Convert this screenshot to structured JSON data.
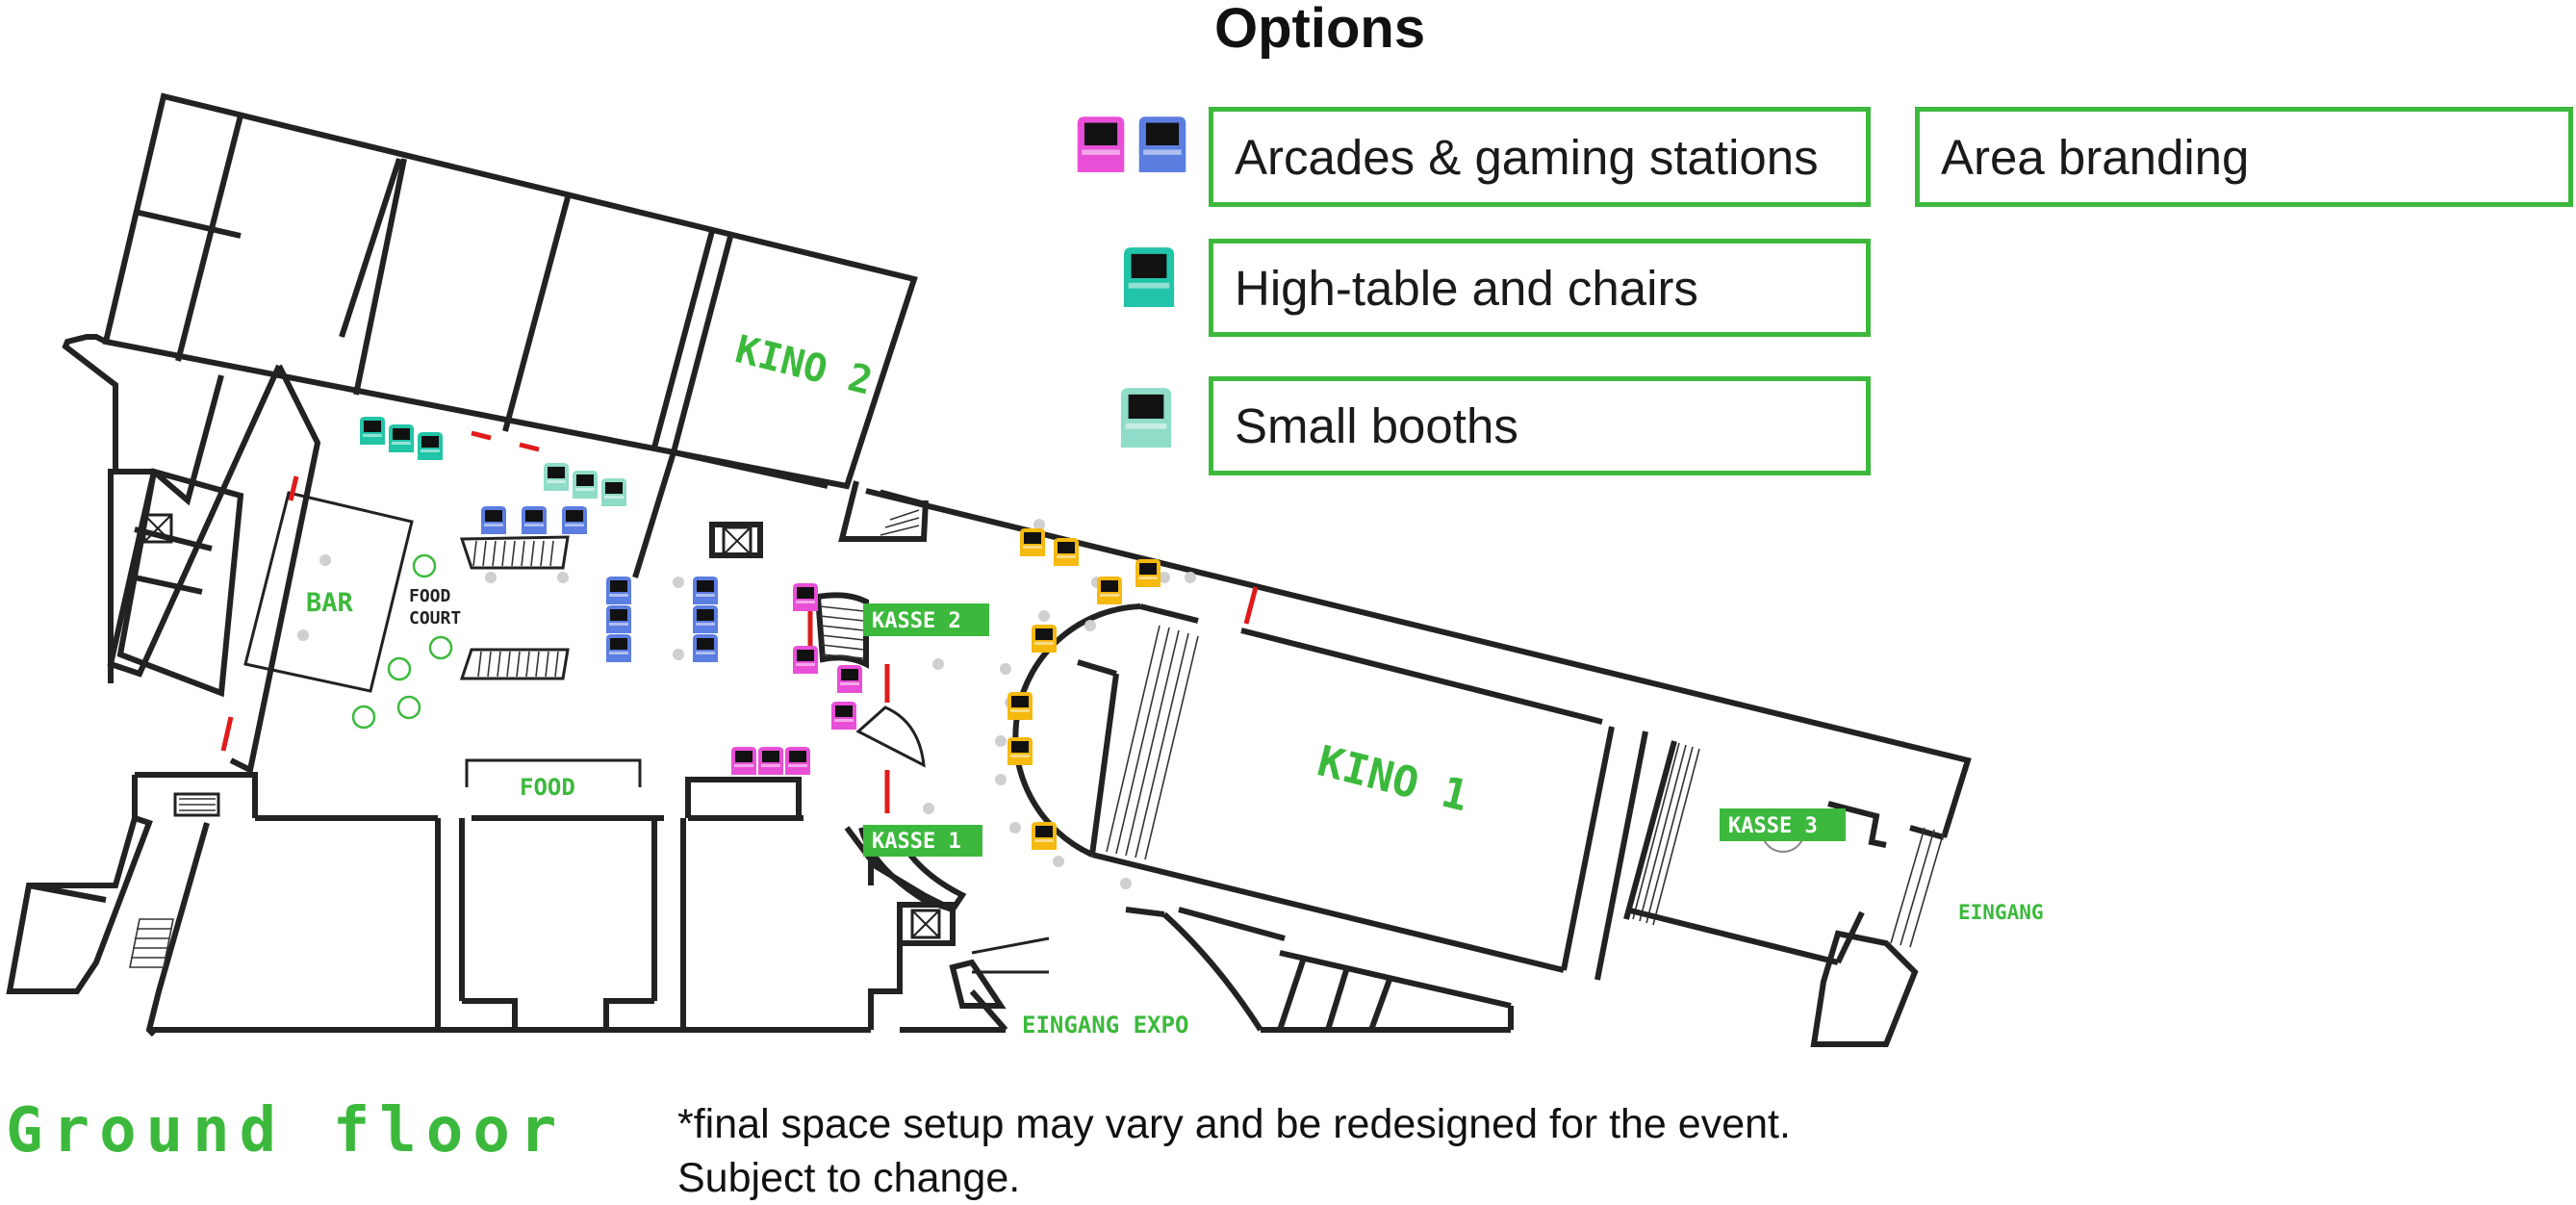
{
  "options": {
    "title": "Options",
    "items": [
      {
        "label": "Arcades & gaming stations",
        "icons": [
          "arcade-magenta-icon",
          "arcade-blue-icon"
        ]
      },
      {
        "label": "High-table and chairs",
        "icons": [
          "arcade-teal-icon"
        ]
      },
      {
        "label": "Small booths",
        "icons": [
          "arcade-mint-icon"
        ]
      }
    ],
    "area_branding": "Area branding"
  },
  "map": {
    "rooms": {
      "kino2": "KINO 2",
      "kino1": "KINO 1",
      "bar": "BAR",
      "food_court_1": "FOOD",
      "food_court_2": "COURT",
      "food": "FOOD"
    },
    "tags": {
      "kasse2": "KASSE 2",
      "kasse1": "KASSE 1",
      "kasse3": "KASSE 3"
    },
    "entrances": {
      "eingang": "EINGANG",
      "eingang_expo": "EINGANG EXPO"
    }
  },
  "colors": {
    "accent_green": "#3cb93c",
    "magenta": "#e84fd6",
    "blue": "#5c7de0",
    "teal": "#22c4a8",
    "mint": "#8fdcc8",
    "yellow": "#f5b90f",
    "red_door": "#e01b1b"
  },
  "footer": {
    "floor_title": "Ground floor",
    "note_line1": "*final space setup may vary and be redesigned for the event.",
    "note_line2": "Subject to change."
  }
}
